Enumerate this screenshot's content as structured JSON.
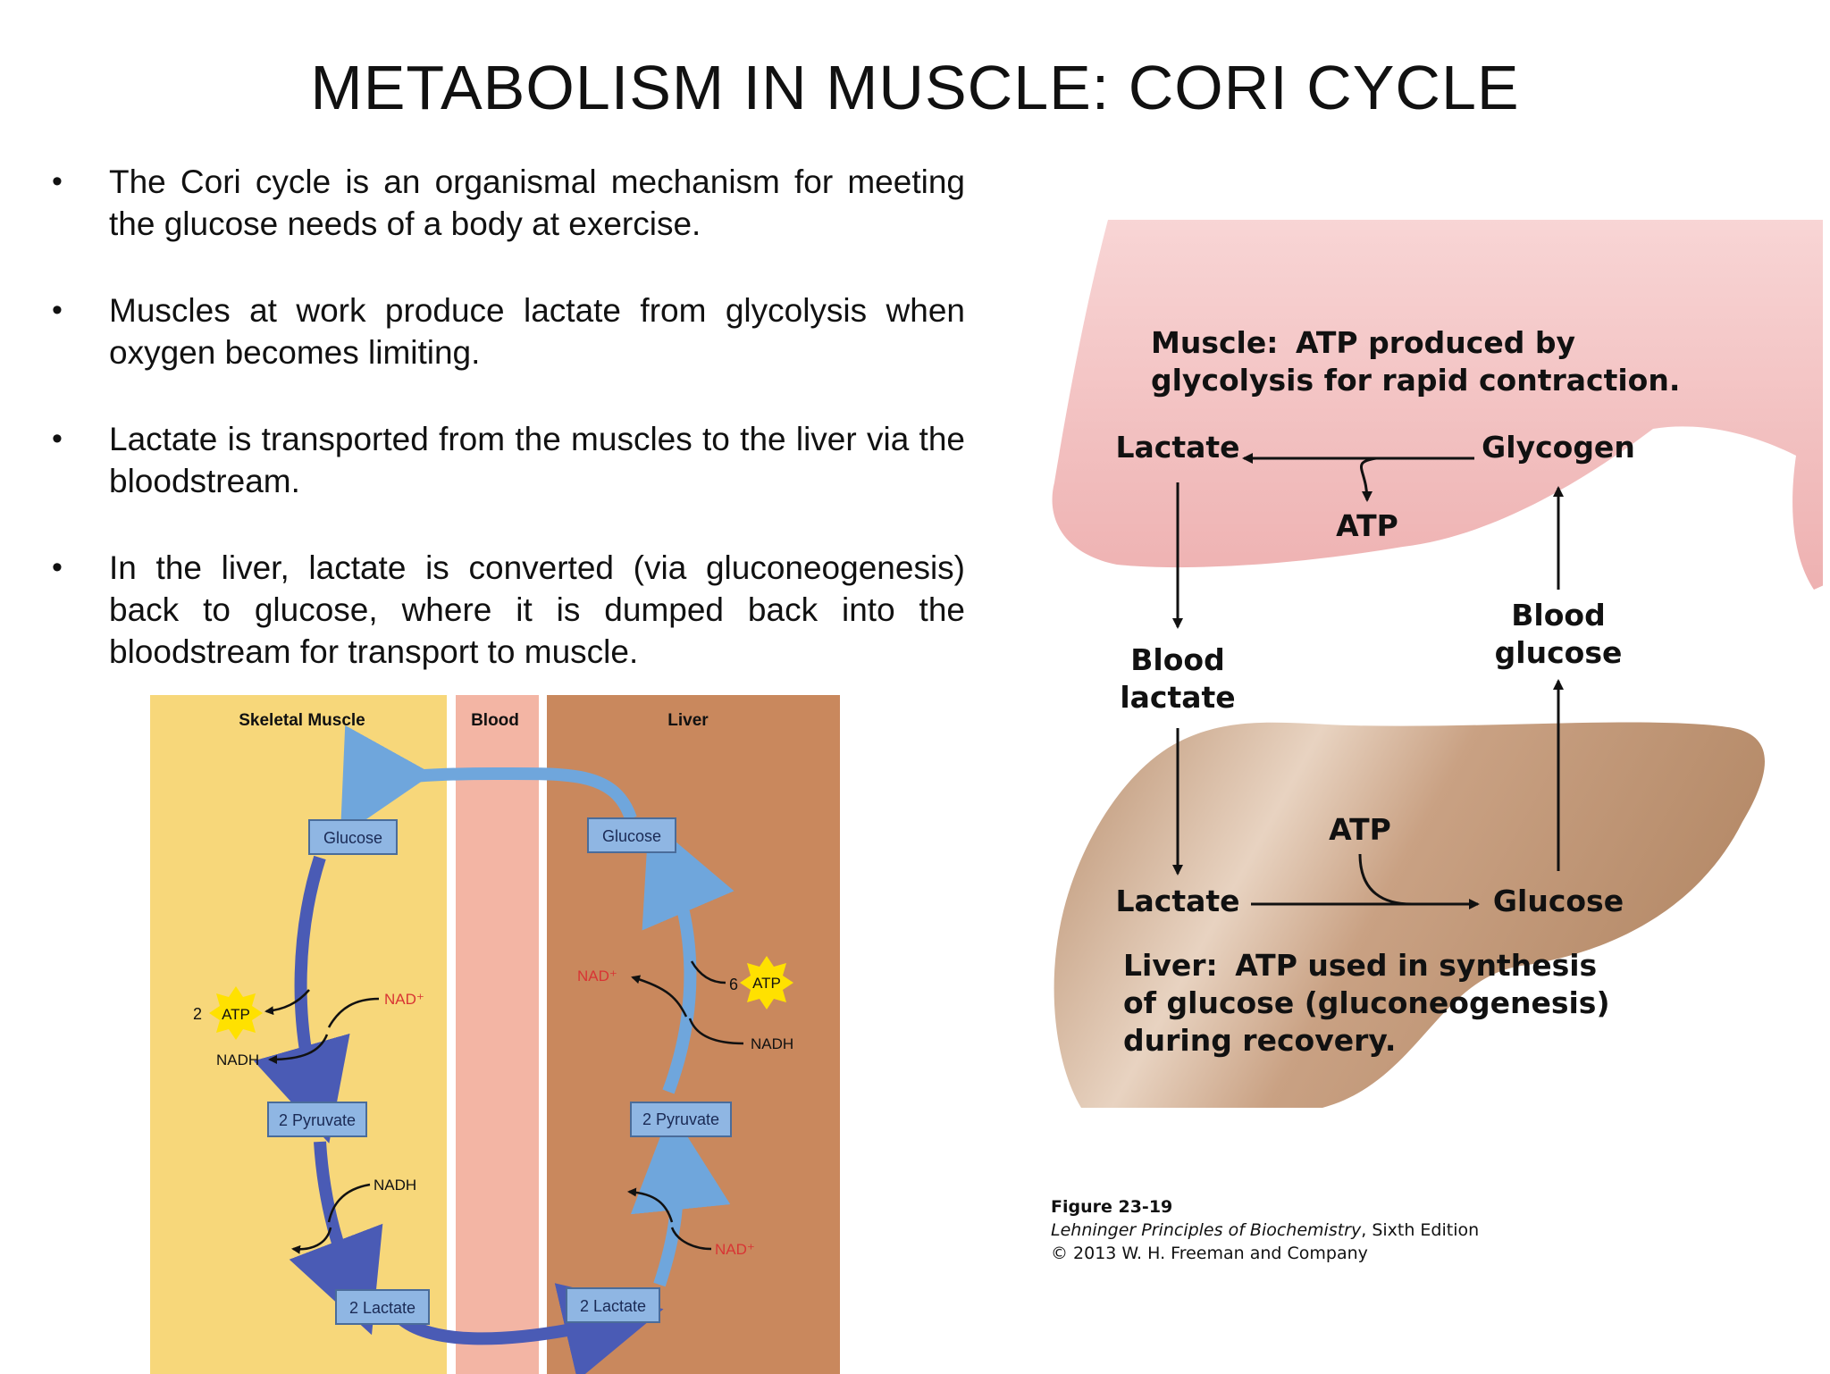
{
  "title": "METABOLISM IN MUSCLE: CORI CYCLE",
  "bullets": [
    "The Cori cycle is an organismal mechanism for meeting the glucose needs of a body at exercise.",
    "Muscles at work produce lactate from glycolysis when oxygen becomes limiting.",
    "Lactate is transported from the muscles to the liver via the bloodstream.",
    "In the liver, lactate is converted (via gluconeogenesis) back to glucose, where it is dumped back into the bloodstream for transport to muscle."
  ],
  "bullet_symbol": "•",
  "left_diagram": {
    "columns": {
      "muscle": "Skeletal Muscle",
      "blood": "Blood",
      "liver": "Liver"
    },
    "muscle": {
      "glucose": "Glucose",
      "pyruvate": "2 Pyruvate",
      "lactate": "2 Lactate",
      "atp_count": "2",
      "atp": "ATP",
      "nad": "NAD⁺",
      "nadh_out": "NADH",
      "nadh_in": "NADH"
    },
    "liver": {
      "glucose": "Glucose",
      "pyruvate": "2 Pyruvate",
      "lactate": "2 Lactate",
      "atp_count": "6",
      "atp": "ATP",
      "nad": "NAD⁺",
      "nadh": "NADH",
      "nad_in": "NAD⁺"
    },
    "colors": {
      "muscle_bg": "#f7d77a",
      "blood_bg": "#f3b5a4",
      "liver_bg": "#c9885d",
      "arrow_dark": "#4a5bb5",
      "arrow_light": "#6fa6dc",
      "box": "#8fb6e3",
      "atp_star": "#ffe100",
      "nad_red": "#d83434"
    }
  },
  "right_diagram": {
    "muscle_title_bold": "Muscle:",
    "muscle_title_rest": "ATP produced by",
    "muscle_title_line2": "glycolysis for rapid contraction.",
    "lactate_top": "Lactate",
    "glycogen": "Glycogen",
    "atp_top": "ATP",
    "blood_lactate_1": "Blood",
    "blood_lactate_2": "lactate",
    "blood_glucose_1": "Blood",
    "blood_glucose_2": "glucose",
    "atp_bottom": "ATP",
    "lactate_bottom": "Lactate",
    "glucose_bottom": "Glucose",
    "liver_title_bold": "Liver:",
    "liver_title_rest": "ATP used in synthesis",
    "liver_title_line2": "of glucose (gluconeogenesis)",
    "liver_title_line3": "during recovery.",
    "colors": {
      "muscle_fill": "#f4c2c2",
      "liver_fill": "#c9a183"
    }
  },
  "caption": {
    "figure": "Figure 23-19",
    "book": "Lehninger Principles of Biochemistry",
    "edition": ", Sixth Edition",
    "copyright": "© 2013 W. H. Freeman and Company"
  }
}
